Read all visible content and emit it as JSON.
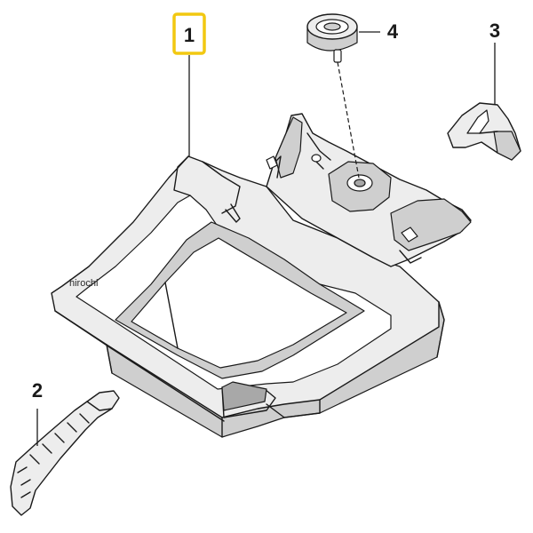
{
  "callouts": [
    {
      "num": "1",
      "highlighted": true
    },
    {
      "num": "2",
      "highlighted": false
    },
    {
      "num": "3",
      "highlighted": false
    },
    {
      "num": "4",
      "highlighted": false
    }
  ],
  "watermark": "hirochi",
  "colors": {
    "highlight_border": "#f2c811",
    "line": "#1a1a1a",
    "fill_light": "#ededed",
    "fill_shade": "#cfcfcf"
  }
}
